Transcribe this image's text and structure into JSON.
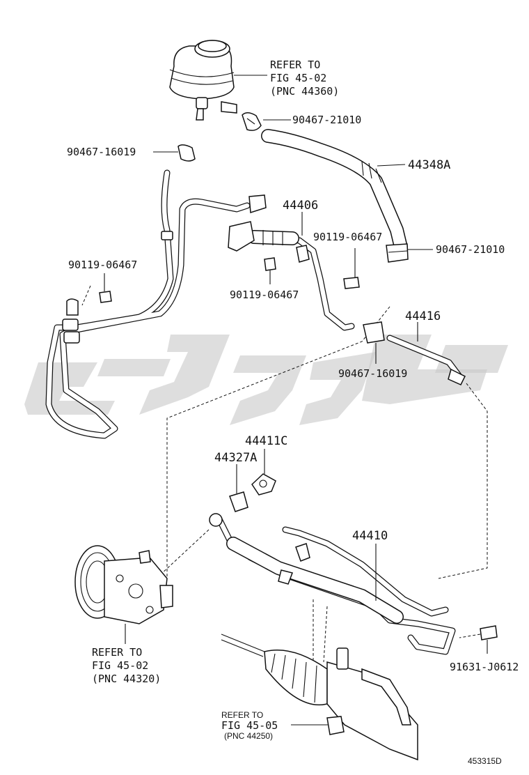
{
  "diagram_code": "453315D",
  "watermark_text": "",
  "labels": {
    "reservoir_ref": [
      "REFER TO",
      "FIG 45-02",
      "(PNC 44360)"
    ],
    "clip_90467_21010_top": "90467-21010",
    "clip_90467_16019_left": "90467-16019",
    "hose_44348A": "44348A",
    "pipe_44406": "44406",
    "bolt_90119_right": "90119-06467",
    "clip_90467_21010_right": "90467-21010",
    "bolt_90119_left": "90119-06467",
    "bolt_90119_center": "90119-06467",
    "tube_44416": "44416",
    "clip_90467_16019_center": "90467-16019",
    "union_44411C": "44411C",
    "gasket_44327A": "44327A",
    "hose_44410": "44410",
    "bolt_91631": "91631-J0612",
    "pump_ref": [
      "REFER TO",
      "FIG 45-02",
      "(PNC 44320)"
    ],
    "gear_ref": [
      "REFER TO",
      "FIG  45-05",
      "(PNC 44250)"
    ]
  }
}
